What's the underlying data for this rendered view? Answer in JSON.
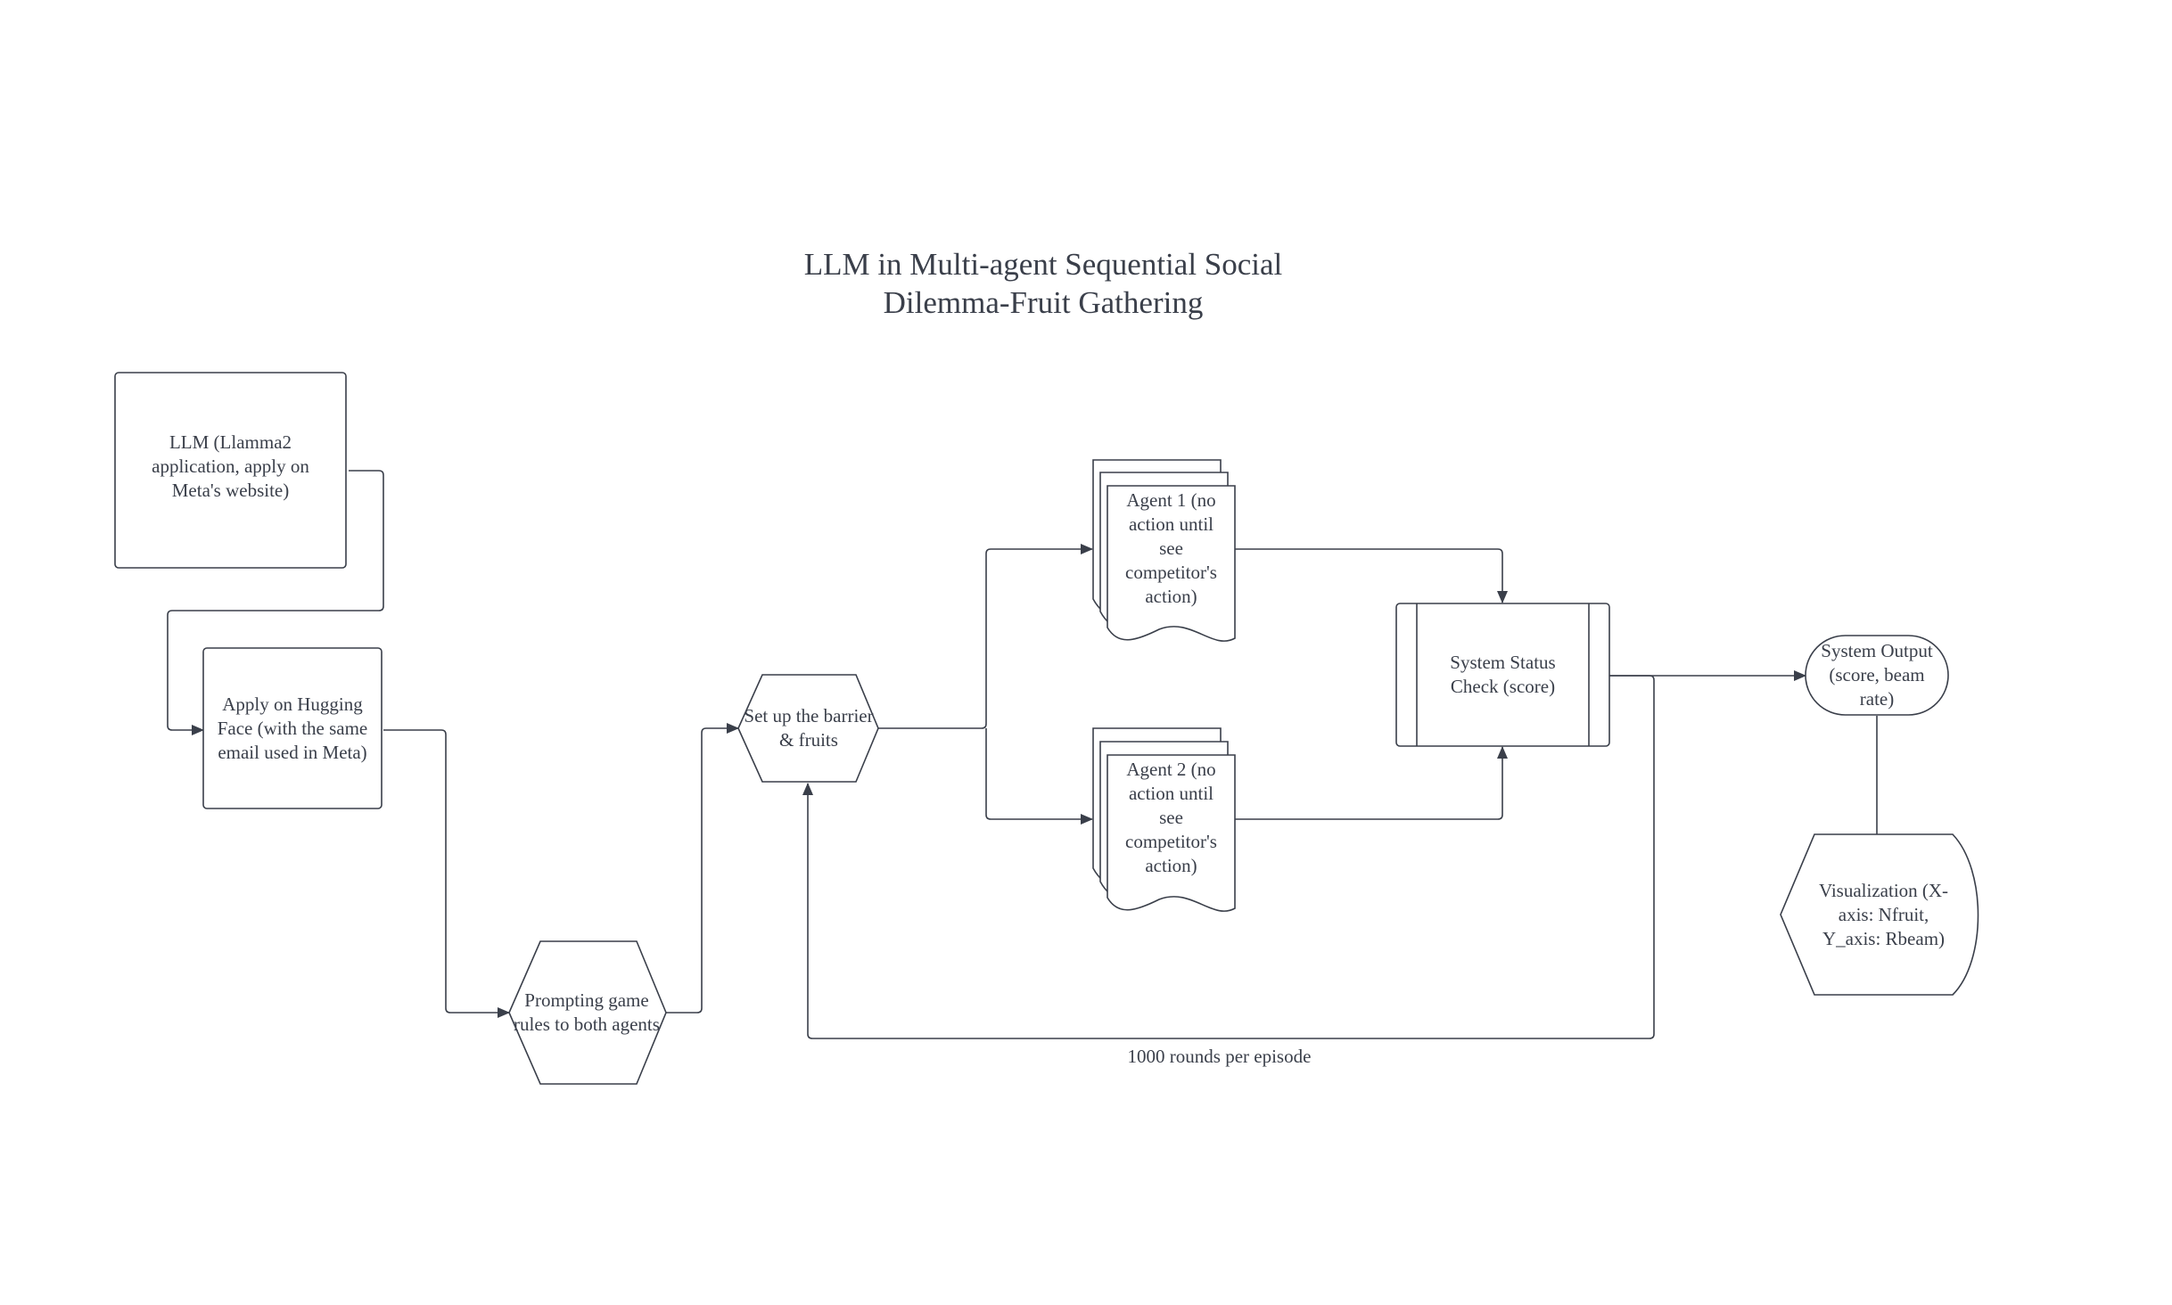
{
  "diagram": {
    "title_line1": "LLM in Multi-agent Sequential Social",
    "title_line2": "Dilemma-Fruit Gathering",
    "nodes": {
      "llm": "LLM (Llamma2 application, apply on Meta's website)",
      "hugging_face": "Apply on Hugging Face (with the same email used in Meta)",
      "prompting": "Prompting game rules to both agents",
      "setup": "Set up the barrier & fruits",
      "agent1": "Agent 1 (no action until see competitor's action)",
      "agent2": "Agent 2 (no action until see competitor's action)",
      "status_check": "System Status Check (score)",
      "output": "System Output (score, beam rate)",
      "visualization": "Visualization (X-axis: Nfruit, Y_axis: Rbeam)"
    },
    "loop_label": "1000 rounds per episode"
  }
}
